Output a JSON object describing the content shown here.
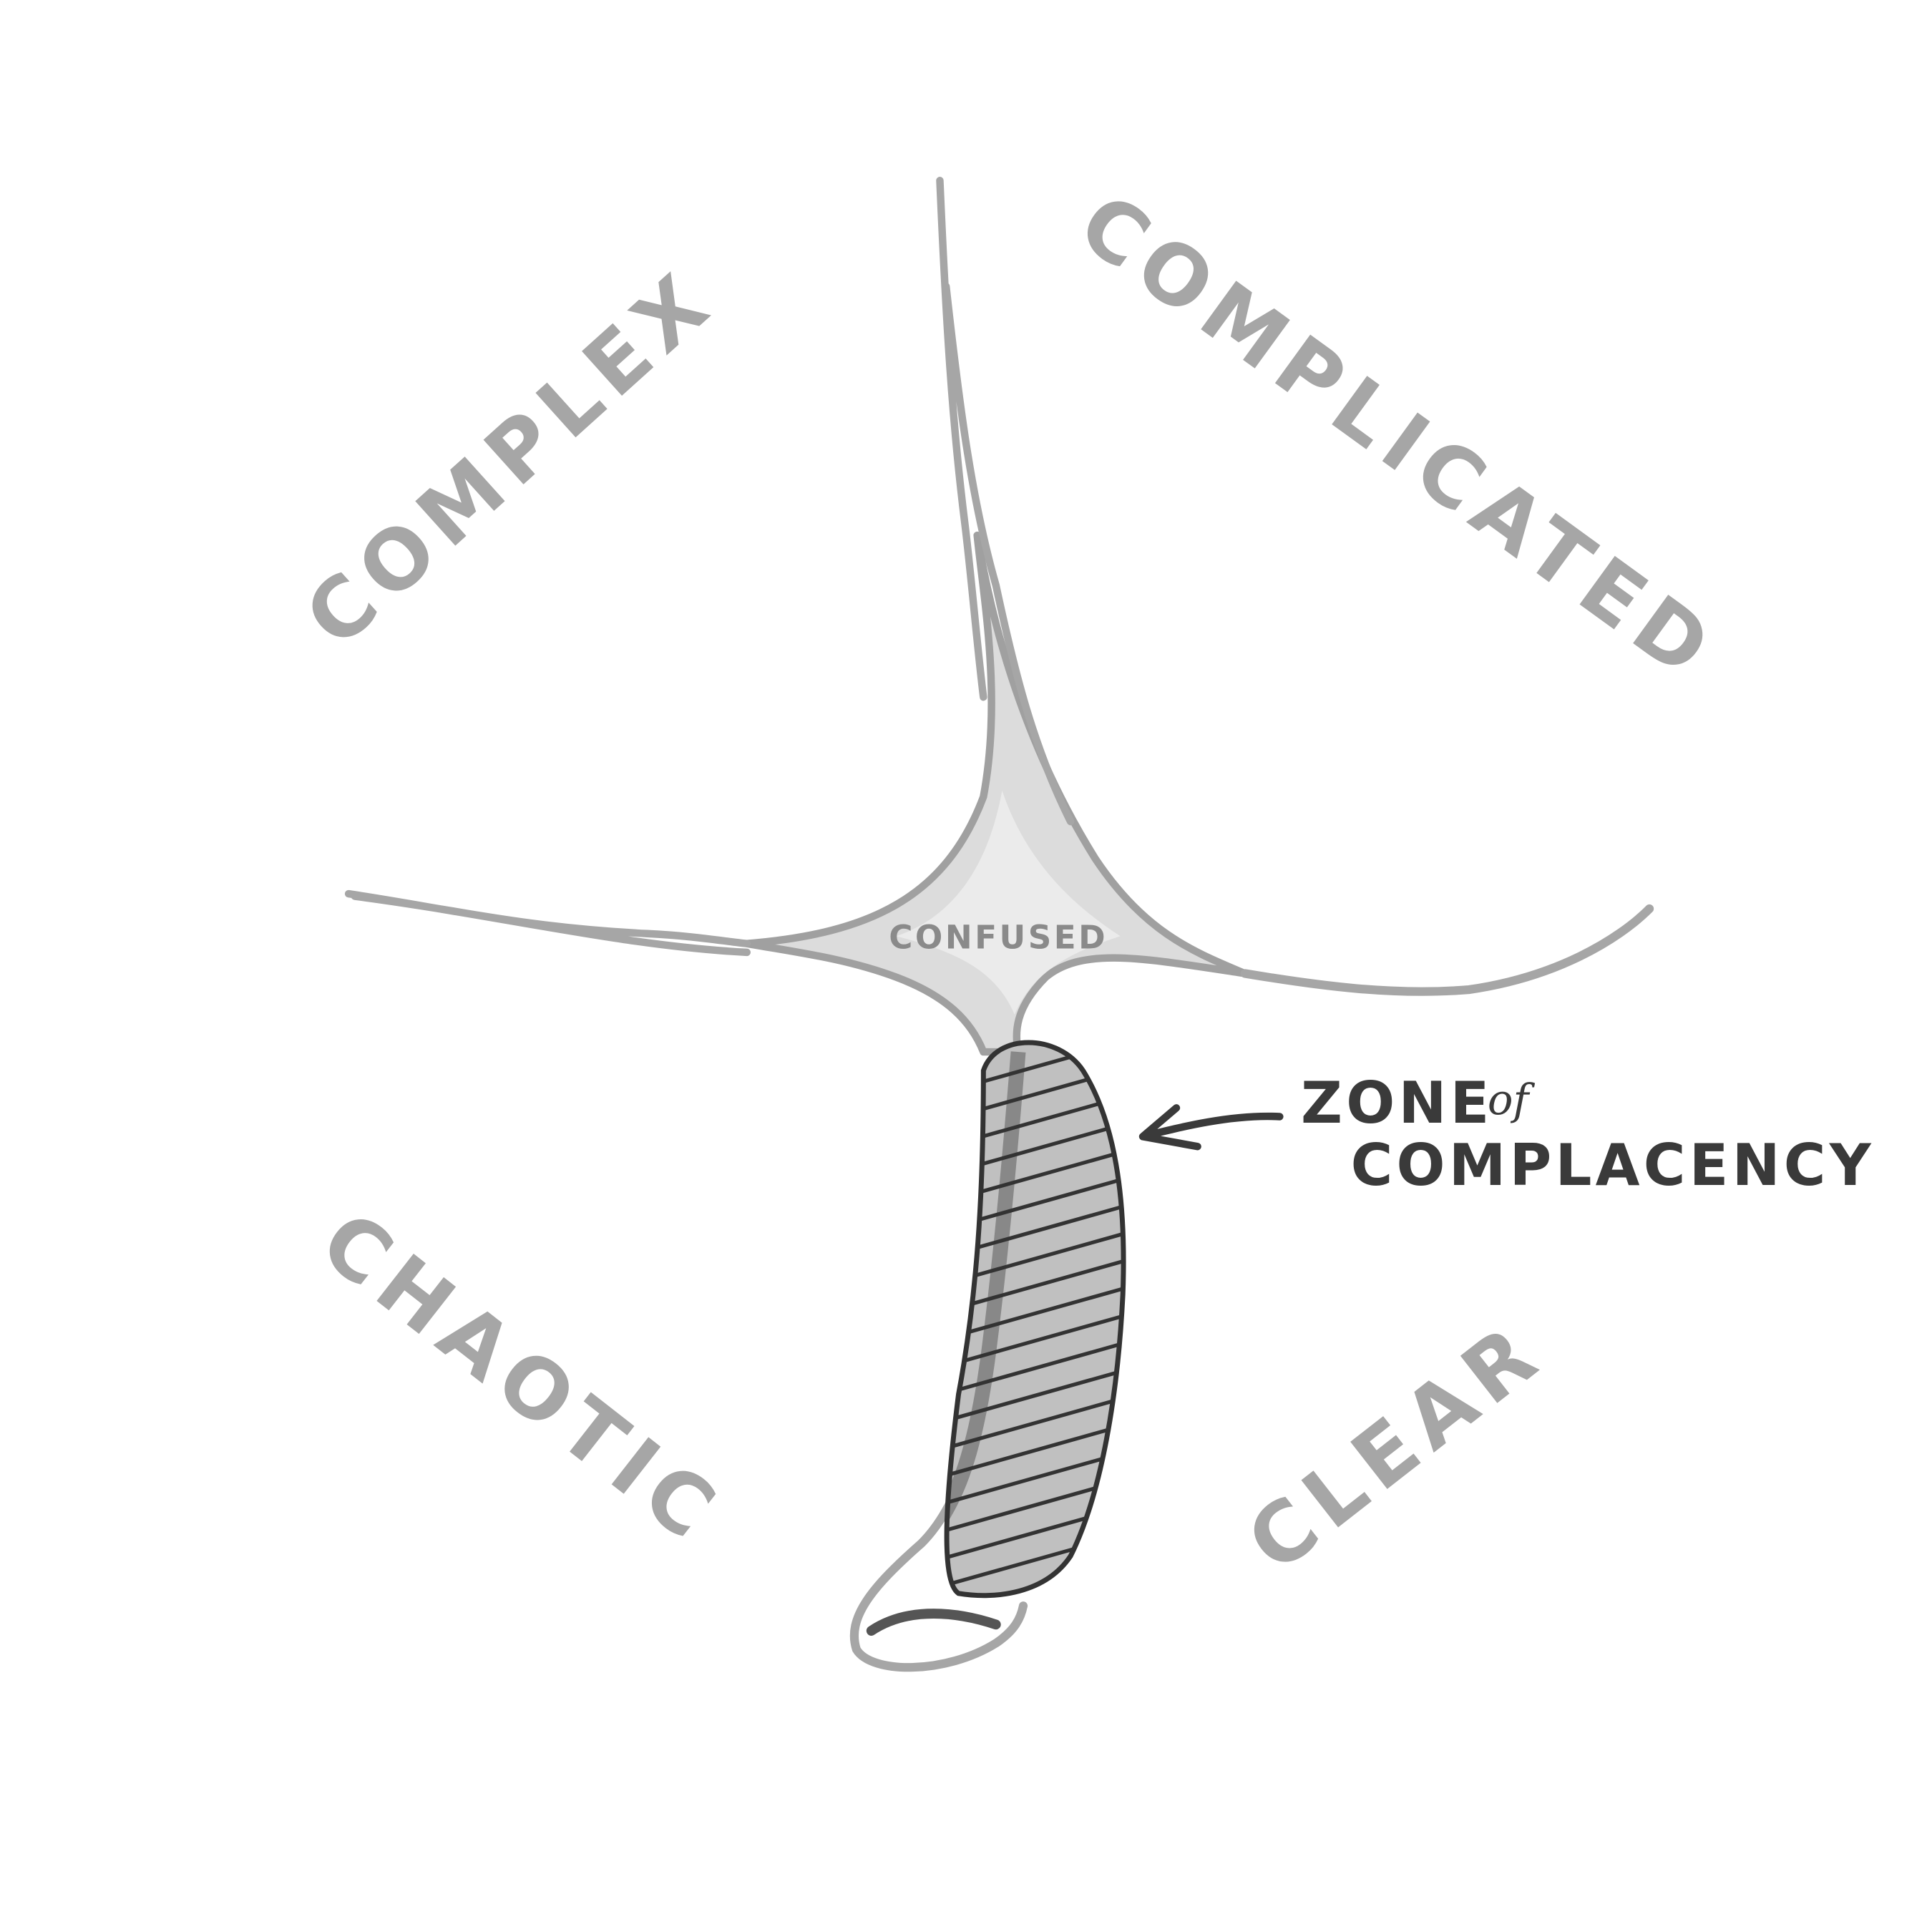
{
  "domains": {
    "complex": "COMPLEX",
    "complicated": "COMPLICATED",
    "chaotic": "CHAOTIC",
    "clear": "CLEAR",
    "confused": "CONFUSED"
  },
  "annotation": {
    "line1": "ZONE",
    "of": "of",
    "line2": "COMPLACENCY"
  },
  "colors": {
    "boundary": "#a6a6a6",
    "center_fill": "#dcdcdc",
    "zone_fill": "#c0c0c0",
    "zone_stroke": "#333333"
  }
}
